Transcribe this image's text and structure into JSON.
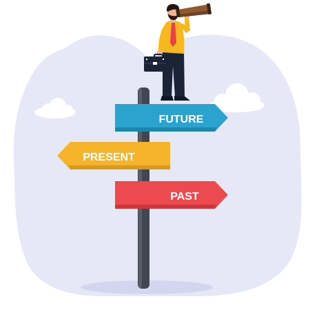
{
  "signs": {
    "future": "FUTURE",
    "present": "PRESENT",
    "past": "PAST"
  },
  "colors": {
    "background_blob": "#e6e8f8",
    "cloud": "#ffffff",
    "ground_shadow": "#d3d6ee",
    "pole": "#424650",
    "pole_highlight": "#595e69",
    "future_sign": "#2aa4cf",
    "present_sign": "#f6b42c",
    "past_sign": "#ec4a4f",
    "shirt": "#f7b81f",
    "tie": "#e9404a",
    "trousers": "#1b2436",
    "skin": "#f0b48f",
    "hair": "#24170f",
    "telescope": "#8f5a32",
    "briefcase": "#1b2436"
  }
}
